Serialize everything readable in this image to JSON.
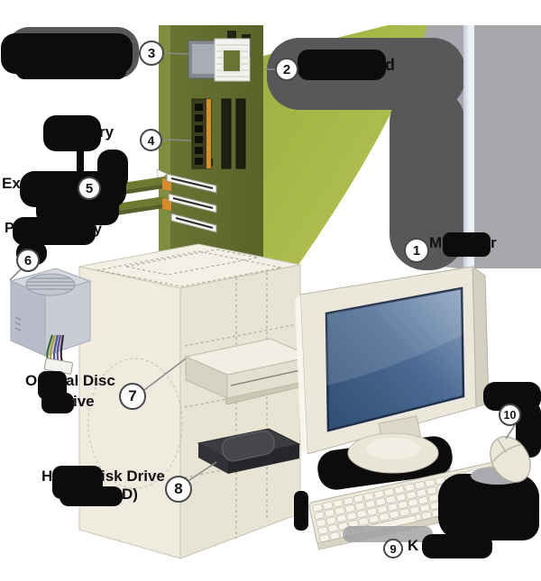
{
  "description": "Exploded-view diagram of a desktop personal computer with ten numbered callout circles; most text labels are blacked out by marker scribbles, leaving only letter fragments visible",
  "colors": {
    "motherboard_dark": "#5f692d",
    "motherboard_light_edge": "#808d3f",
    "zoom_wedge_green": "#a8b648",
    "redaction_black": "#0c0c0c",
    "redaction_dark_gray": "#57585a",
    "redaction_light_gray": "#a6a8ab",
    "screen_blue": "#3f5f86",
    "case_ivory": "#efecdf",
    "callout_ring": "#48484a"
  },
  "callouts": [
    {
      "number": "1",
      "fragments": {
        "prefix": "M",
        "suffix": "r"
      }
    },
    {
      "number": "2",
      "fragments": {
        "suffix": "d"
      }
    },
    {
      "number": "3",
      "fragments": {}
    },
    {
      "number": "4",
      "fragments": {
        "suffix": "ry"
      }
    },
    {
      "number": "5",
      "fragments": {
        "prefix": "Ex"
      }
    },
    {
      "number": "6",
      "fragments": {
        "prefix": "P",
        "suffix": "y"
      }
    },
    {
      "number": "7",
      "fragments": {
        "line1_prefix": "O",
        "line1_suffix": "al Disc",
        "line2_suffix": "ive"
      }
    },
    {
      "number": "8",
      "fragments": {
        "line1_prefix": "H",
        "line1_suffix": "isk Drive",
        "line2_suffix": "D)"
      }
    },
    {
      "number": "9",
      "fragments": {
        "prefix": "K"
      }
    },
    {
      "number": "10",
      "fragments": {}
    }
  ]
}
